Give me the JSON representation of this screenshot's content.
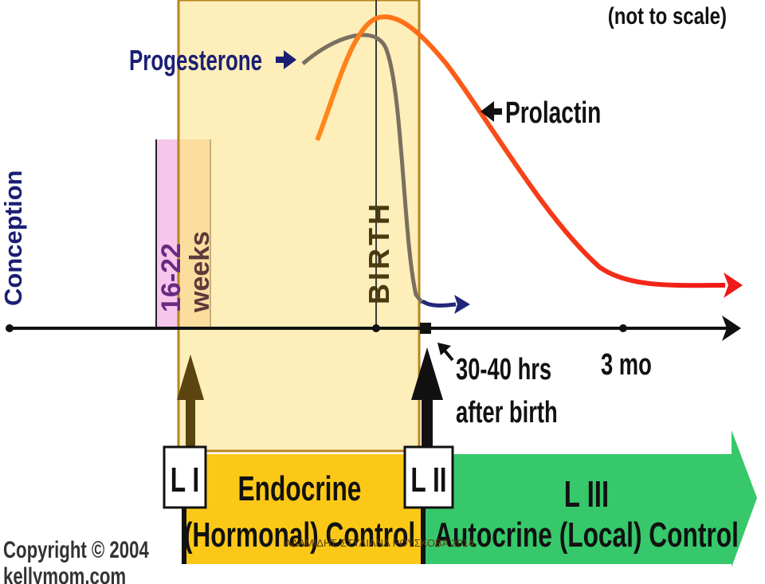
{
  "note": "(not to scale)",
  "labels": {
    "progesterone": "Progesterone",
    "prolactin": "Prolactin",
    "conception": "Conception",
    "weeks_range": "16-22",
    "weeks": "weeks",
    "birth": "BIRTH",
    "after_birth_hrs": "30-40 hrs",
    "after_birth": "after birth",
    "three_months": "3 mo"
  },
  "stages": {
    "l1": "L I",
    "l2": "L II",
    "l3": "L III",
    "endocrine_line1": "Endocrine",
    "endocrine_line2": "(Hormonal) Control",
    "autocrine": "Autocrine (Local) Control"
  },
  "copyright": {
    "line1": "Copyright © 2004",
    "line2": "kellymom.com"
  },
  "watermark": "ΑΔΑΜΙΔΗΣ ΣΤΥΛΙΑΝΑ ΡΟΥΣΚΟΒΑ 2014",
  "colors": {
    "navy": "#1b1f73",
    "orange_curve": "#ff7a1a",
    "red_curve": "#f01818",
    "gray_curve": "#7a7060",
    "blue_arrow": "#22267a",
    "highlight_fill": "#fde8a0",
    "highlight_border": "#b8861e",
    "pink": "#f6c6ec",
    "salmon": "#f3c29a",
    "endocrine_yellow": "#fcc818",
    "autocrine_green": "#36c86a"
  }
}
